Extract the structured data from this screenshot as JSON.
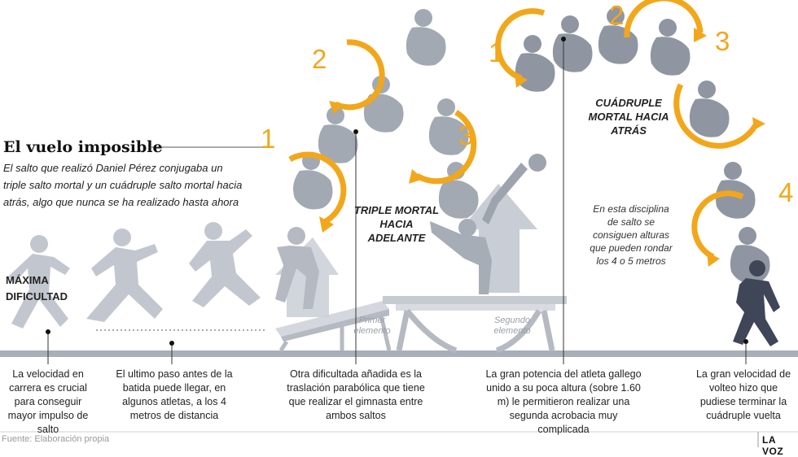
{
  "title": "El vuelo imposible",
  "intro": "El salto que realizó Daniel Pérez conjugaba un triple salto mortal y un cuádruple salto mortal hacia atrás, algo que nunca se ha realizado hasta ahora",
  "difficulty_label": "MÁXIMA DIFICULTAD",
  "jump_labels": {
    "triple": "TRIPLE MORTAL HACIA ADELANTE",
    "quadruple": "CUÁDRUPLE MORTAL HACIA ATRÁS"
  },
  "rotation_numbers": {
    "triple": [
      "1",
      "2",
      "3"
    ],
    "quadruple": [
      "1",
      "2",
      "3",
      "4"
    ]
  },
  "elements": {
    "first": "Primer elemento",
    "second": "Segundo elemento"
  },
  "side_note": "En esta disciplina de salto se consiguen alturas que pueden rondar los 4 o 5 metros",
  "captions": [
    "La velocidad en carrera es crucial para conseguir mayor impulso de salto",
    "El ultimo paso antes de la batida puede llegar, en algunos atletas, a los 4 metros de distancia",
    "Otra dificultada añadida es la traslación parabólica que tiene que realizar el gimnasta entre ambos saltos",
    "La gran potencia del atleta gallego unido a su poca altura (sobre 1.60 m) le permitieron realizar una segunda acrobacia muy complicada",
    "La gran velocidad de volteo hizo que pudiese terminar la cuádruple vuelta"
  ],
  "source": "Fuente: Elaboración propia",
  "brand": "LA VOZ",
  "colors": {
    "accent": "#f2a71a",
    "figure": "#b9bfc8",
    "figure_dark": "#3e4658",
    "ground": "#a9afb8",
    "text": "#222222"
  }
}
